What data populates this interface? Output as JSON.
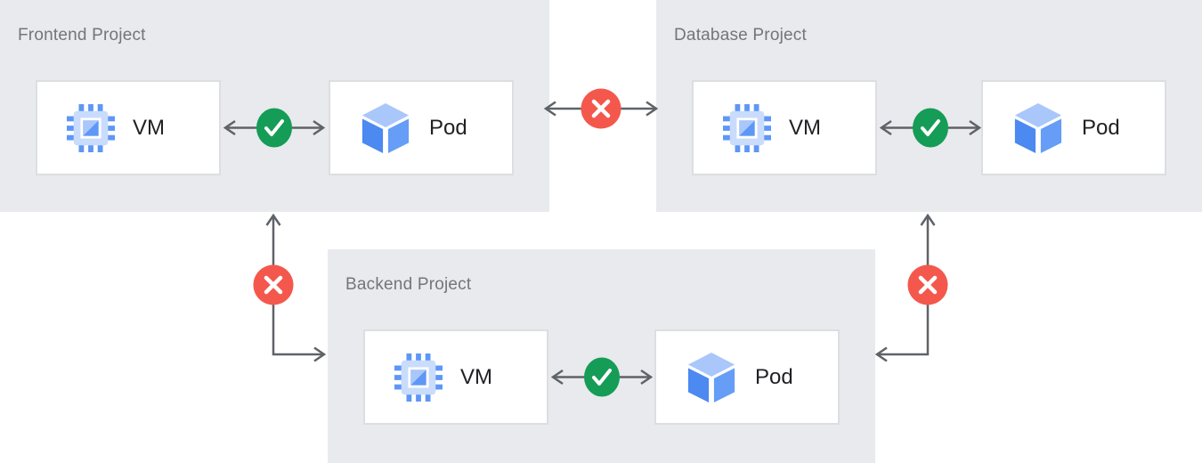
{
  "projects": [
    {
      "title": "Frontend Project",
      "vm_label": "VM",
      "pod_label": "Pod",
      "internal_connection": {
        "between": [
          "VM",
          "Pod"
        ],
        "status": "allowed"
      }
    },
    {
      "title": "Database Project",
      "vm_label": "VM",
      "pod_label": "Pod",
      "internal_connection": {
        "between": [
          "VM",
          "Pod"
        ],
        "status": "allowed"
      }
    },
    {
      "title": "Backend Project",
      "vm_label": "VM",
      "pod_label": "Pod",
      "internal_connection": {
        "between": [
          "VM",
          "Pod"
        ],
        "status": "allowed"
      }
    }
  ],
  "cross_project_connections": [
    {
      "from": "Frontend Project",
      "to": "Database Project",
      "status": "blocked",
      "shape": "horizontal-double-arrow"
    },
    {
      "from": "Frontend Project",
      "to": "Backend Project",
      "status": "blocked",
      "shape": "elbow-double-arrow"
    },
    {
      "from": "Database Project",
      "to": "Backend Project",
      "status": "blocked",
      "shape": "elbow-double-arrow"
    }
  ],
  "icons": {
    "vm": "compute-chip-icon",
    "pod": "cube-icon",
    "allowed": "check-circle-icon",
    "blocked": "x-circle-icon"
  },
  "colors": {
    "panel_background": "#E8EAED",
    "node_background": "#FFFFFF",
    "node_border": "#DCDEE1",
    "title_text": "#747578",
    "label_text": "#202124",
    "arrow": "#5F6368",
    "allowed_green": "#159C56",
    "blocked_red": "#F4584C",
    "icon_blue": "#5E97F6",
    "icon_light_blue": "#A9C7FA",
    "icon_pale_blue": "#C9DCFC"
  }
}
